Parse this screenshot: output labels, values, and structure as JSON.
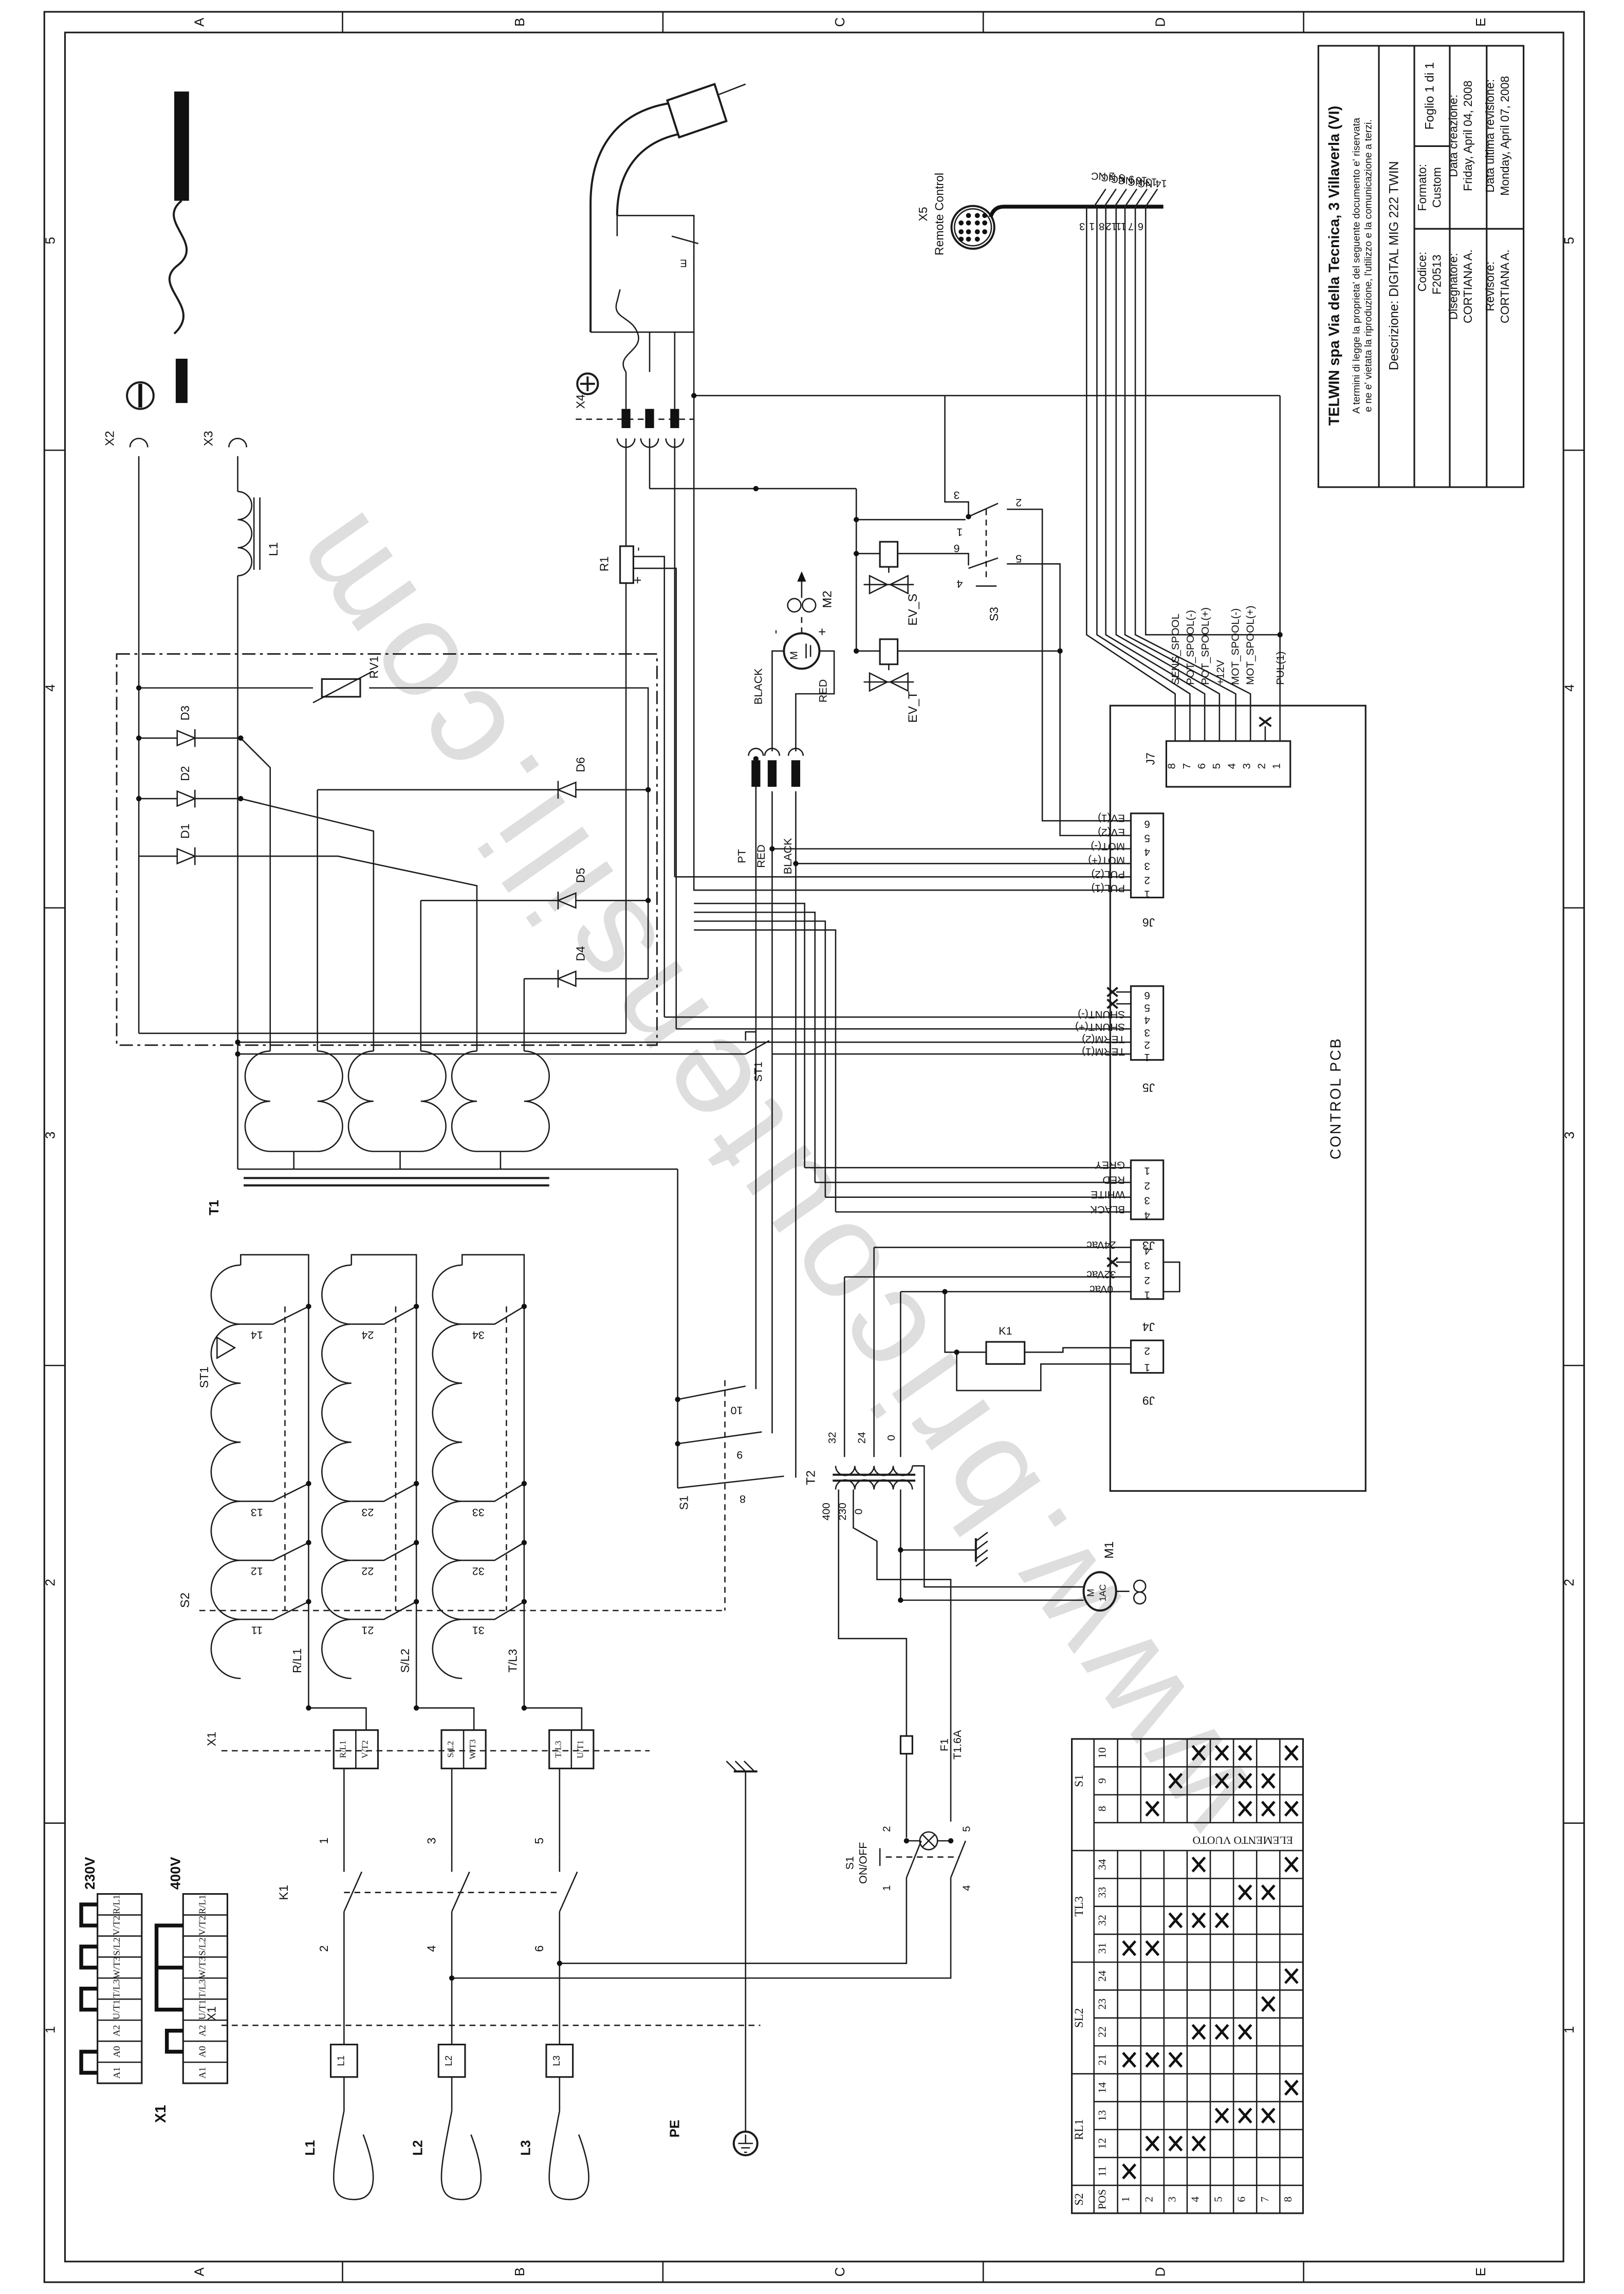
{
  "frame": {
    "cols": [
      "A",
      "B",
      "C",
      "D",
      "E"
    ],
    "rows": [
      "5",
      "4",
      "3",
      "2",
      "1"
    ]
  },
  "title_block": {
    "company": "TELWIN spa Via della Tecnica, 3 Villaverla (VI)",
    "legal1": "A termini di legge la proprieta' del seguente documento e' riservata",
    "legal2": "e ne e' vietata la riproduzione, l'utilizzo e la comunicazione a terzi.",
    "descrizione": "Descrizione: DIGITAL MIG 222 TWIN",
    "codice_label": "Codice:",
    "codice": "F20513",
    "formato_label": "Formato:",
    "formato": "Custom",
    "foglio": "Foglio  1  di  1",
    "creazione_label": "Data creazione:",
    "creazione": "Friday, April 04, 2008",
    "disegnatore_label": "Disegnatore:",
    "disegnatore": "CORTIANA A.",
    "revisione_label": "Data ultima revisione:",
    "revisione": "Monday, April 07, 2008",
    "revisore_label": "Revisore:",
    "revisore": "CORTIANA A."
  },
  "watermark": "www.bricoutensili.com",
  "x5": {
    "ref": "X5",
    "name": "Remote Control",
    "nc": [
      "2 NC",
      "5 NC",
      "9 NC",
      "10 NC",
      "13 NC",
      "14 NC"
    ],
    "pins": [
      "3",
      "1",
      "8",
      "12",
      "11",
      "7",
      "6"
    ]
  },
  "j7": {
    "ref": "J7",
    "pins": [
      "8",
      "7",
      "6",
      "5",
      "4",
      "3",
      "2",
      "1"
    ],
    "signals": [
      "SENS_SPOOL",
      "POT_SPOOL(-)",
      "POT_SPOOL(+)",
      "+12V",
      "MOT_SPOOL(-)",
      "MOT_SPOOL(+)"
    ],
    "pul1": "PUL(1)"
  },
  "j6": {
    "ref": "J6",
    "pins": [
      "6",
      "5",
      "4",
      "3",
      "2",
      "1"
    ],
    "signals": [
      "EV(1)",
      "EV(2)",
      "MOT(-)",
      "MOT(+)",
      "PUL(2)",
      "PUL(1)"
    ]
  },
  "j5": {
    "ref": "J5",
    "pins": [
      "6",
      "5",
      "4",
      "3",
      "2",
      "1"
    ],
    "signals": [
      "SHUNT(-)",
      "SHUNT(+)",
      "TERM(2)",
      "TERM(1)"
    ]
  },
  "j3": {
    "ref": "J3",
    "pins": [
      "1",
      "2",
      "3",
      "4"
    ],
    "signals": [
      "GREY",
      "RED",
      "WHITE",
      "BLACK"
    ]
  },
  "j4": {
    "ref": "J4",
    "pins": [
      "4",
      "3",
      "2",
      "1"
    ],
    "signals": [
      "24Vac",
      "32Vac",
      "0Vac"
    ]
  },
  "j9": {
    "ref": "J9",
    "pins": [
      "2",
      "1"
    ]
  },
  "pcb": "CONTROL PCB",
  "components": {
    "x2": "X2",
    "x3": "X3",
    "l1": "L1",
    "x4": "X4",
    "r1": "R1",
    "rv1": "RV1",
    "d": [
      "D1",
      "D2",
      "D3",
      "D4",
      "D5",
      "D6"
    ],
    "t1": "T1",
    "st1": "ST1",
    "s2": "S2",
    "s1_range": "S1",
    "s1_range_pins": [
      "10",
      "9",
      "8"
    ],
    "phase": [
      "R/L1",
      "S/L2",
      "T/L3"
    ],
    "m2": "M2",
    "m2_minus": "-",
    "m2_plus": "+",
    "m2_sym": "M",
    "black": "BLACK",
    "red": "RED",
    "pt": "PT",
    "e": "E",
    "n3": "3",
    "ev_s": "EV_S",
    "ev_t": "EV_T",
    "s3": "S3",
    "s3_top": [
      "1",
      "2"
    ],
    "s3_bot": [
      "4",
      "5"
    ],
    "s3_coil": "6",
    "k1": "K1",
    "t2": "T2",
    "t2_sec": [
      "32",
      "24",
      "0"
    ],
    "t2_pri": [
      "400",
      "230",
      "0"
    ],
    "m1": "M1",
    "m1_inner1": "M",
    "m1_inner2": "1AC",
    "f1": "F1",
    "f1_rating": "T1.6A",
    "s1": "S1",
    "onoff": "ON/OFF",
    "s1_top": [
      "2",
      "5"
    ],
    "s1_bot": [
      "1",
      "4"
    ],
    "x1": "X1",
    "k1_top": [
      "1",
      "3",
      "5"
    ],
    "k1_bot": [
      "2",
      "4",
      "6"
    ],
    "term_cells": [
      "R/L1",
      "V/T2",
      "S/L2",
      "W/T3",
      "T/L3",
      "U/T1"
    ],
    "lf": [
      "L1",
      "L2",
      "L3"
    ],
    "lines": [
      "L1",
      "L2",
      "L3"
    ],
    "pe": "PE"
  },
  "x1_config": {
    "titles": [
      "230V",
      "400V"
    ],
    "cells": [
      "R/L1",
      "V/T2",
      "S/L2",
      "W/T3",
      "T/L3",
      "U/T1",
      "A2",
      "A0",
      "A1"
    ],
    "links_230": [
      [
        0,
        1
      ],
      [
        2,
        3
      ],
      [
        4,
        5
      ],
      [
        7,
        8
      ]
    ],
    "links_400": [
      [
        1,
        3,
        5
      ],
      [
        6,
        7
      ]
    ],
    "ref": "X1"
  },
  "matrix_table": {
    "groups": [
      {
        "label": "S1",
        "pins": [
          "10",
          "9",
          "8"
        ]
      },
      {
        "label": "TL3",
        "pins": [
          "34",
          "33",
          "32",
          "31"
        ]
      },
      {
        "label": "SL2",
        "pins": [
          "24",
          "23",
          "22",
          "21"
        ]
      },
      {
        "label": "RL1",
        "pins": [
          "14",
          "13",
          "12",
          "11"
        ]
      }
    ],
    "empty_row_label": "ELEMENTO VUOTO",
    "corner_group": "S2",
    "pos_label": "POS",
    "positions": [
      "1",
      "2",
      "3",
      "4",
      "5",
      "6",
      "7",
      "8"
    ],
    "marks": {
      "10": [
        4,
        5,
        6,
        8
      ],
      "9": [
        3,
        5,
        6,
        7
      ],
      "8": [
        2,
        6,
        7,
        8
      ],
      "34": [
        4,
        8
      ],
      "33": [
        6,
        7
      ],
      "32": [
        3,
        4,
        5
      ],
      "31": [
        1,
        2
      ],
      "24": [
        8
      ],
      "23": [
        7
      ],
      "22": [
        4,
        5,
        6
      ],
      "21": [
        1,
        2,
        3
      ],
      "14": [
        8
      ],
      "13": [
        5,
        6,
        7
      ],
      "12": [
        2,
        3,
        4
      ],
      "11": [
        1
      ]
    }
  }
}
